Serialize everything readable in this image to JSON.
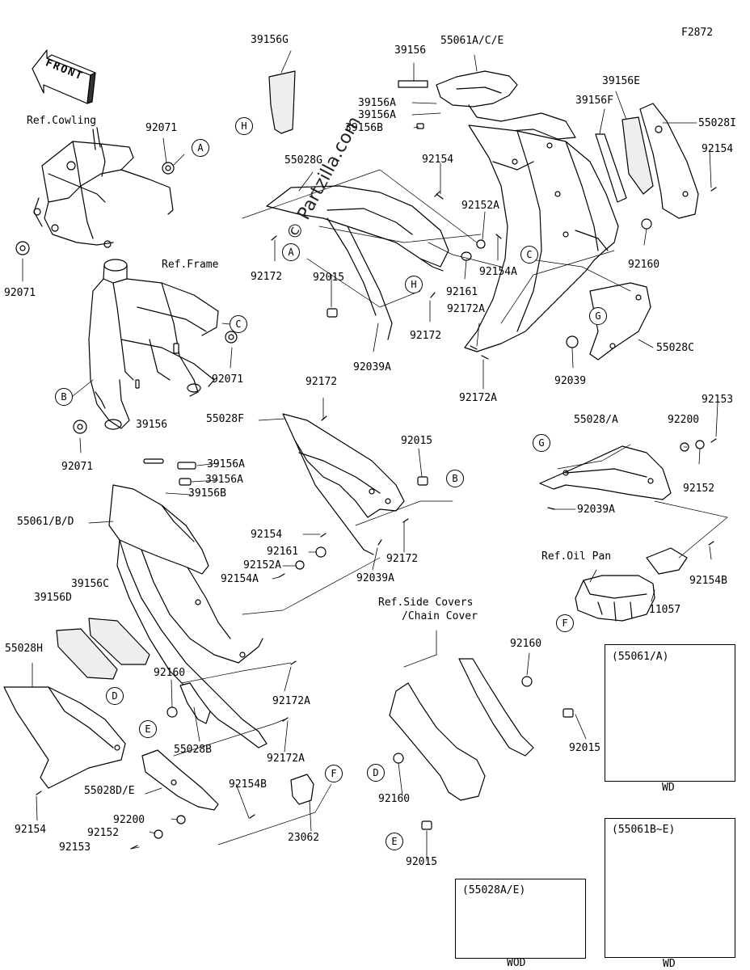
{
  "figure_code": "F2872",
  "front_label": "FRONT",
  "watermark": "© Partzilla.com",
  "refs": {
    "cowling": "Ref.Cowling",
    "frame": "Ref.Frame",
    "oil_pan": "Ref.Oil Pan",
    "side_covers_1": "Ref.Side Covers",
    "side_covers_2": "/Chain Cover"
  },
  "parts": {
    "p39156G": "39156G",
    "p39156_top": "39156",
    "p55061ACE": "55061A/C/E",
    "p39156A_1": "39156A",
    "p39156A_2": "39156A",
    "p39156B_top": "39156B",
    "p39156E": "39156E",
    "p39156F": "39156F",
    "p55028I": "55028I",
    "p92154_r": "92154",
    "p92071_a": "92071",
    "p92071_b": "92071",
    "p92071_c": "92071",
    "p92071_d": "92071",
    "p55028G": "55028G",
    "p92154_top": "92154",
    "p92152A_top": "92152A",
    "p92154A_top": "92154A",
    "p92172_l": "92172",
    "p92015_top": "92015",
    "p92161_top": "92161",
    "p92172A_top": "92172A",
    "p92172_mid": "92172",
    "p92039A_top": "92039A",
    "p92160_r": "92160",
    "p55028C": "55028C",
    "p92039": "92039",
    "p92172A_bot": "92172A",
    "p92172_top2": "92172",
    "p55028F": "55028F",
    "p39156_mid": "39156",
    "p39156A_3": "39156A",
    "p39156A_4": "39156A",
    "p39156B_mid": "39156B",
    "p92015_mid": "92015",
    "p55061BD": "55061/B/D",
    "p92154_mid": "92154",
    "p92161_mid": "92161",
    "p92172_mid2": "92172",
    "p92152A_mid": "92152A",
    "p92154A_mid": "92154A",
    "p92039A_mid": "92039A",
    "p55028A": "55028/A",
    "p92200_r": "92200",
    "p92153_r": "92153",
    "p92152_r": "92152",
    "p92039A_r": "92039A",
    "p92154B_r": "92154B",
    "p11057": "11057",
    "p39156C": "39156C",
    "p39156D": "39156D",
    "p55028H": "55028H",
    "p92160_mid": "92160",
    "p92172A_lo1": "92172A",
    "p55028B": "55028B",
    "p92172A_lo2": "92172A",
    "p55028DE": "55028D/E",
    "p92154B_lo": "92154B",
    "p92200_lo": "92200",
    "p92152_lo": "92152",
    "p92153_lo": "92153",
    "p23062": "23062",
    "p92154_lo": "92154",
    "p92160_side": "92160",
    "p92015_side": "92015",
    "p92160_side2": "92160",
    "p92015_side2": "92015"
  },
  "callouts": {
    "A1": "A",
    "A2": "A",
    "B1": "B",
    "B2": "B",
    "C1": "C",
    "C2": "C",
    "D1": "D",
    "D2": "D",
    "E1": "E",
    "E2": "E",
    "F1": "F",
    "F2": "F",
    "G1": "G",
    "G2": "G",
    "H1": "H",
    "H2": "H"
  },
  "insets": {
    "a_title": "(55061/A)",
    "a_caption": "WD",
    "b_title": "(55061B~E)",
    "b_caption": "WD",
    "c_title": "(55028A/E)",
    "c_caption": "WOD"
  }
}
